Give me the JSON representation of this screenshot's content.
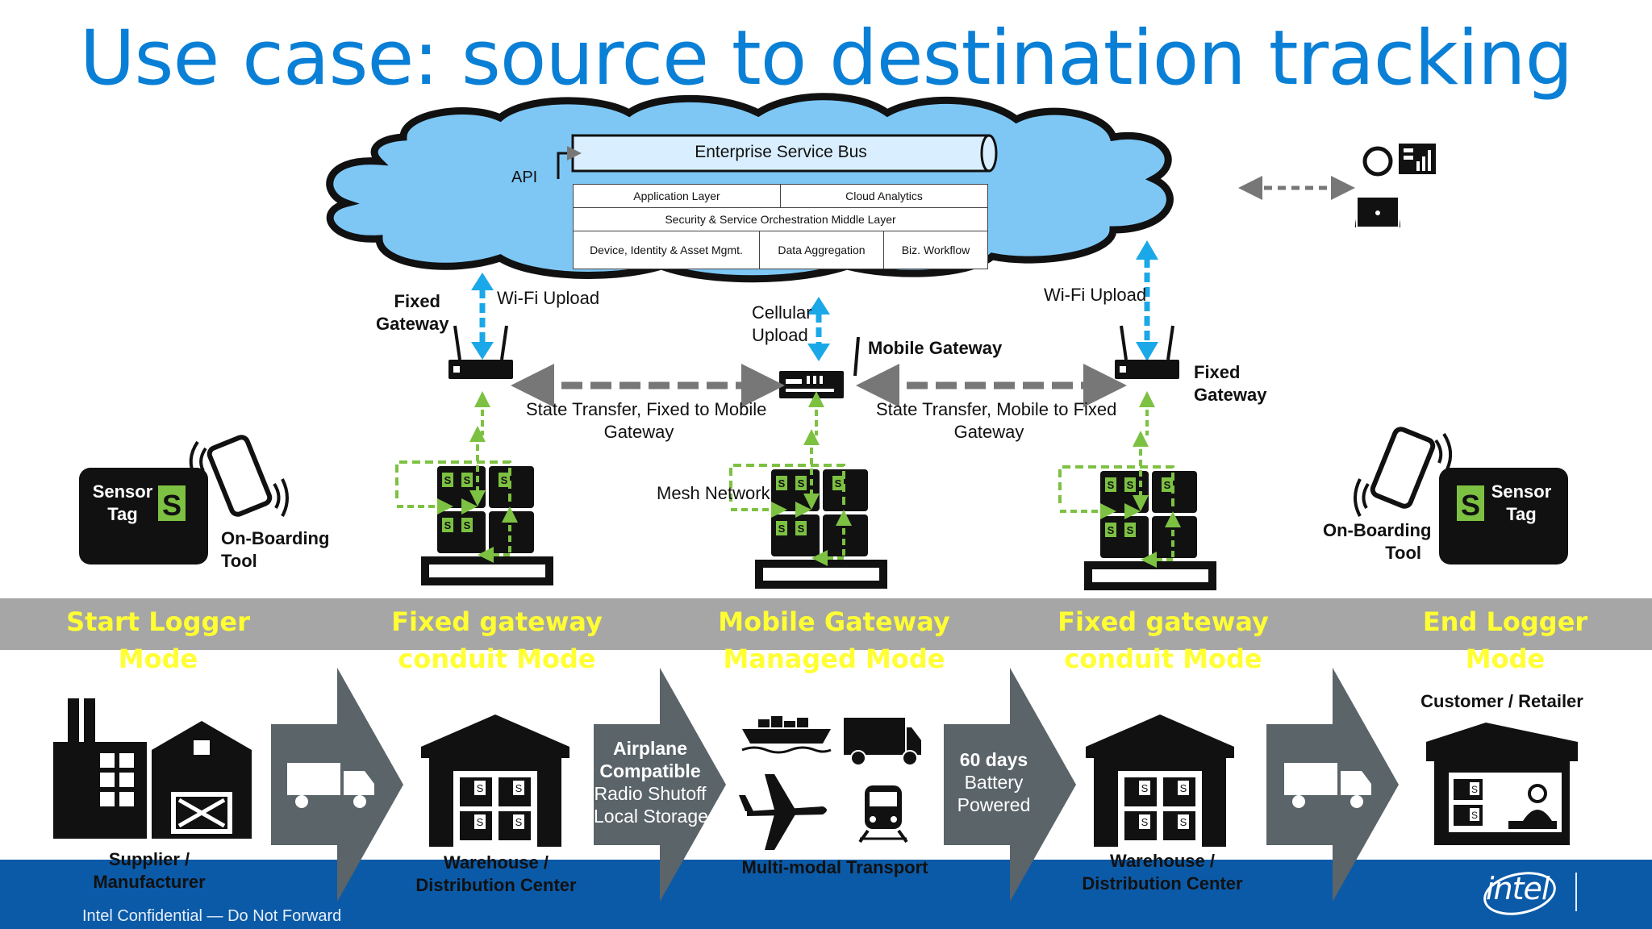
{
  "slide": {
    "title": "Use case: source to destination tracking",
    "footer_note": "Intel Confidential — Do Not Forward",
    "brand": "intel",
    "colors": {
      "title": "#0a7fd6",
      "cloud": "#7ec7f5",
      "band": "#a6a6a6",
      "stage_title": "#ffff33",
      "footer": "#0b5aa8",
      "upload_arrow": "#1ba8e8",
      "mesh": "#7dc142"
    }
  },
  "cloud": {
    "esb": "Enterprise Service Bus",
    "api": "API",
    "layers": {
      "application": "Application Layer",
      "analytics": "Cloud Analytics",
      "security": "Security & Service Orchestration Middle Layer",
      "device": "Device, Identity & Asset Mgmt.",
      "aggregation": "Data Aggregation",
      "workflow": "Biz. Workflow"
    }
  },
  "network": {
    "left_gateway": "Fixed\nGateway",
    "right_gateway": "Fixed\nGateway",
    "mobile_gateway": "Mobile Gateway",
    "wifi_left": "Wi-Fi Upload",
    "wifi_right": "Wi-Fi Upload",
    "cellular": "Cellular\nUpload",
    "transfer_left": "State Transfer, Fixed to Mobile\nGateway",
    "transfer_right": "State Transfer, Mobile to Fixed\nGateway",
    "mesh": "Mesh Network",
    "sensor_left": "Sensor\nTag",
    "sensor_right": "Sensor\nTag",
    "onboarding_left": "On-Boarding\nTool",
    "onboarding_right": "On-Boarding\nTool",
    "tag_letter": "S"
  },
  "stages": [
    {
      "title": "Start Logger\nMode"
    },
    {
      "title": "Fixed gateway\nconduit Mode"
    },
    {
      "title": "Mobile Gateway\nManaged Mode"
    },
    {
      "title": "Fixed gateway\nconduit Mode"
    },
    {
      "title": "End Logger\nMode"
    }
  ],
  "flow": {
    "supplier": "Supplier /\nManufacturer",
    "warehouse_1": "Warehouse /\nDistribution Center",
    "transport": "Multi-modal Transport",
    "warehouse_2": "Warehouse /\nDistribution Center",
    "customer": "Customer  / Retailer",
    "arrow2_bold": "Airplane\nCompatible",
    "arrow2_text": "Radio Shutoff\nLocal Storage",
    "arrow3_bold": "60 days",
    "arrow3_text": "Battery\nPowered"
  }
}
